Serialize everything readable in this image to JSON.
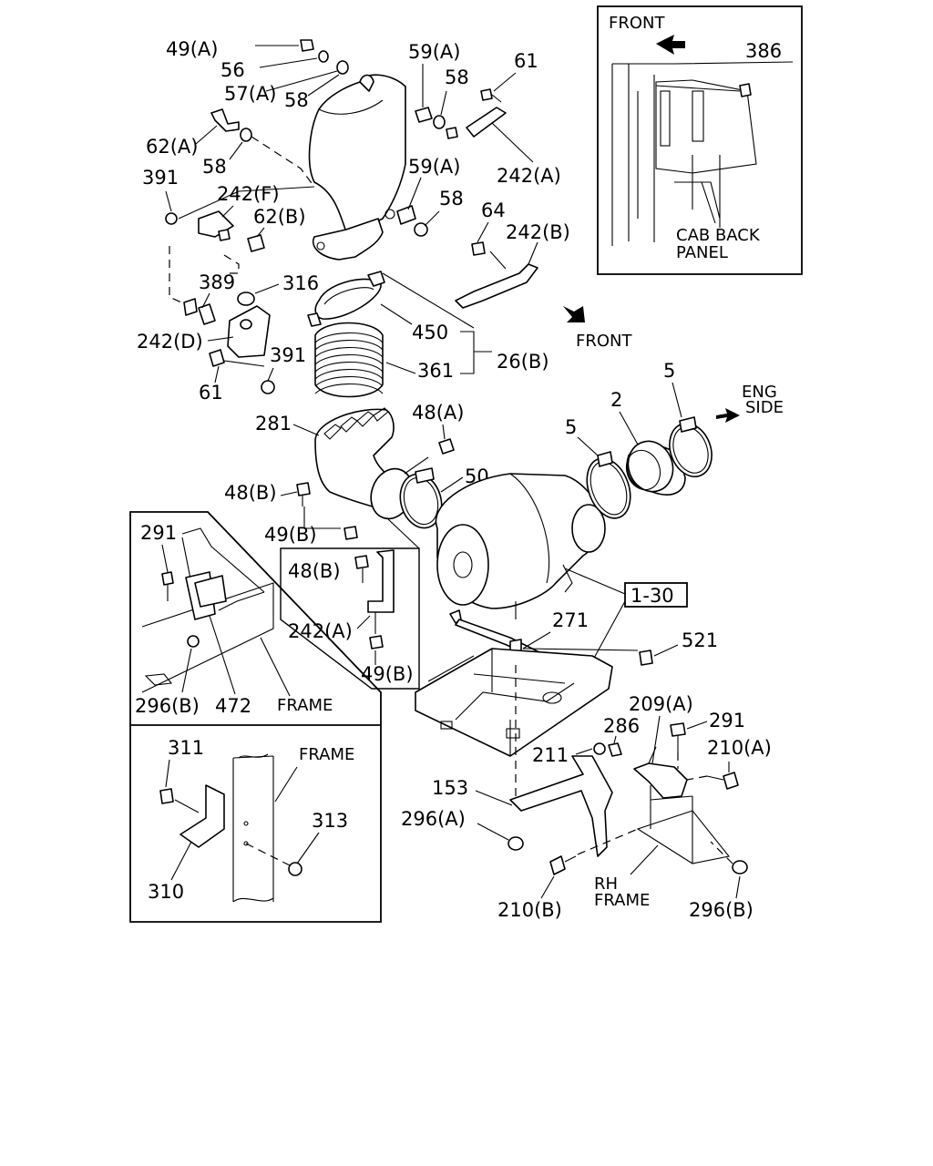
{
  "diagram": {
    "inset_top_right": {
      "front": "FRONT",
      "part_386": "386",
      "cab_back": "CAB BACK",
      "panel": "PANEL"
    },
    "center_front": "FRONT",
    "eng_side_1": "ENG",
    "eng_side_2": "SIDE",
    "frame_1": "FRAME",
    "frame_2": "FRAME",
    "rh": "RH",
    "rh_frame": "FRAME",
    "ref_box": "1-30",
    "parts": {
      "p49a": "49(A)",
      "p56": "56",
      "p57a": "57(A)",
      "p58a": "58",
      "p62a": "62(A)",
      "p58b": "58",
      "p391a": "391",
      "p242f": "242(F)",
      "p62b": "62(B)",
      "p59a1": "59(A)",
      "p58c": "58",
      "p61a": "61",
      "p242a1": "242(A)",
      "p59a2": "59(A)",
      "p58d": "58",
      "p64": "64",
      "p242b": "242(B)",
      "p389": "389",
      "p316": "316",
      "p242d": "242(D)",
      "p450": "450",
      "p391b": "391",
      "p361": "361",
      "p26b": "26(B)",
      "p61b": "61",
      "p281": "281",
      "p48a": "48(A)",
      "p5a": "5",
      "p2": "2",
      "p5b": "5",
      "p48b1": "48(B)",
      "p50": "50",
      "p49b1": "49(B)",
      "p291a": "291",
      "p48b2": "48(B)",
      "p242a2": "242(A)",
      "p49b2": "49(B)",
      "p271": "271",
      "p521": "521",
      "p296b1": "296(B)",
      "p472": "472",
      "p209a": "209(A)",
      "p291b": "291",
      "p286": "286",
      "p211": "211",
      "p210a": "210(A)",
      "p311": "311",
      "p313": "313",
      "p310": "310",
      "p153": "153",
      "p296a": "296(A)",
      "p210b": "210(B)",
      "p296b2": "296(B)"
    }
  }
}
